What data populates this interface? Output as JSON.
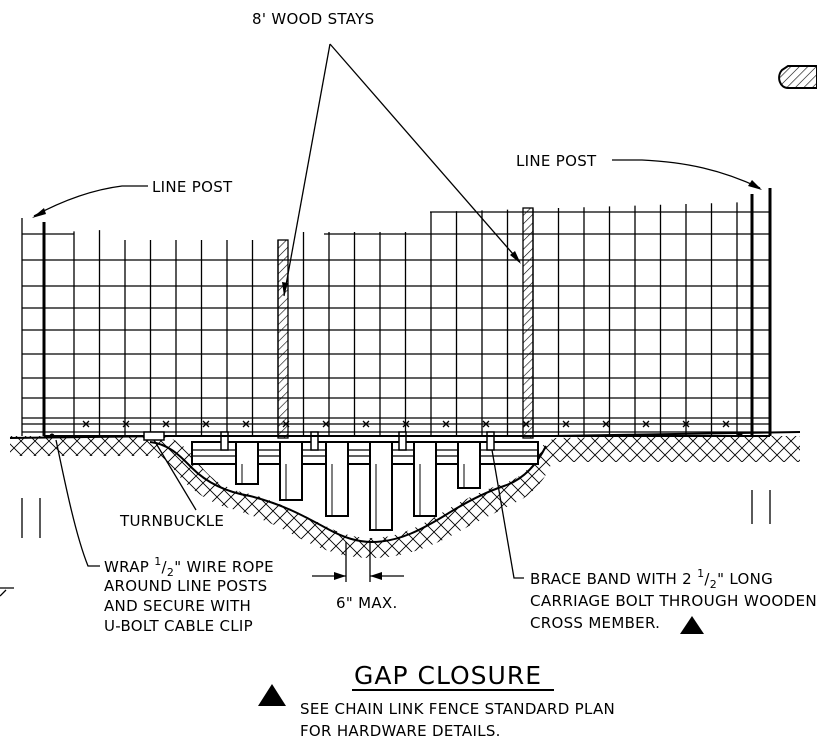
{
  "labels": {
    "wood_stays": "8' WOOD STAYS",
    "line_post_left": "LINE POST",
    "line_post_right": "LINE POST",
    "turnbuckle": "TURNBUCKLE",
    "wrap_line1_pre": "WRAP ",
    "wrap_line1_num": "1",
    "wrap_line1_den": "2",
    "wrap_line1_post": "\" WIRE ROPE",
    "wrap_line2": "AROUND LINE POSTS",
    "wrap_line3": "AND SECURE WITH",
    "wrap_line4": "U-BOLT CABLE CLIP",
    "max_gap": "6\" MAX.",
    "brace_line1_pre": "BRACE BAND WITH 2 ",
    "brace_line1_num": "1",
    "brace_line1_den": "2",
    "brace_line1_post": "\" LONG",
    "brace_line2": "CARRIAGE BOLT THROUGH WOODEN",
    "brace_line3": "CROSS MEMBER."
  },
  "title": "GAP CLOSURE",
  "note": {
    "line1": "SEE CHAIN LINK FENCE STANDARD PLAN",
    "line2": "FOR HARDWARE DETAILS."
  },
  "icons": {
    "note_marker": "triangle-icon",
    "section_cut": "hatched-section-icon"
  }
}
